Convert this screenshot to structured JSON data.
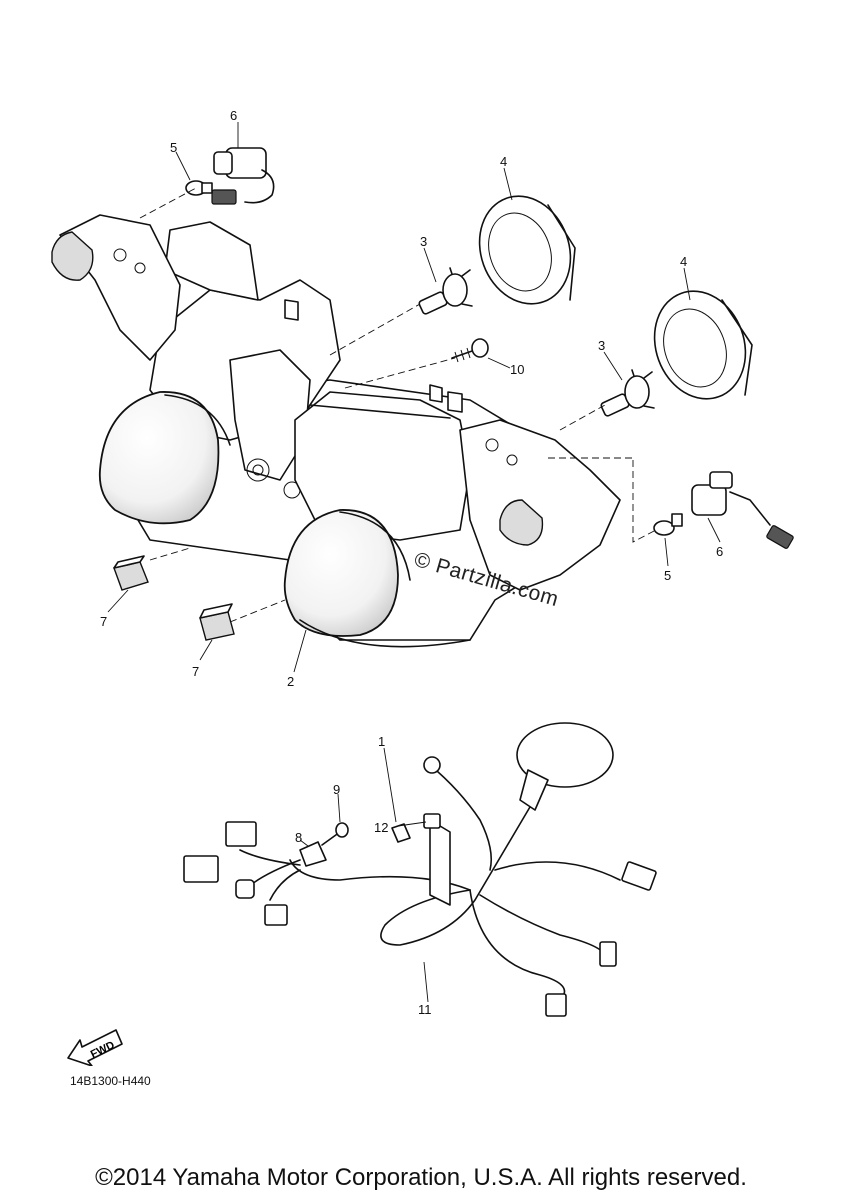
{
  "callouts": [
    {
      "id": "c6a",
      "text": "6"
    },
    {
      "id": "c5a",
      "text": "5"
    },
    {
      "id": "c4a",
      "text": "4"
    },
    {
      "id": "c3a",
      "text": "3"
    },
    {
      "id": "c4b",
      "text": "4"
    },
    {
      "id": "c3b",
      "text": "3"
    },
    {
      "id": "c10",
      "text": "10"
    },
    {
      "id": "c6b",
      "text": "6"
    },
    {
      "id": "c5b",
      "text": "5"
    },
    {
      "id": "c7a",
      "text": "7"
    },
    {
      "id": "c7b",
      "text": "7"
    },
    {
      "id": "c2",
      "text": "2"
    },
    {
      "id": "c1",
      "text": "1"
    },
    {
      "id": "c9",
      "text": "9"
    },
    {
      "id": "c8",
      "text": "8"
    },
    {
      "id": "c12",
      "text": "12"
    },
    {
      "id": "c11",
      "text": "11"
    }
  ],
  "watermark": "© Partzilla.com",
  "fwd_label": "FWD",
  "part_code": "14B1300-H440",
  "copyright": "©2014 Yamaha Motor Corporation, U.S.A. All rights reserved."
}
